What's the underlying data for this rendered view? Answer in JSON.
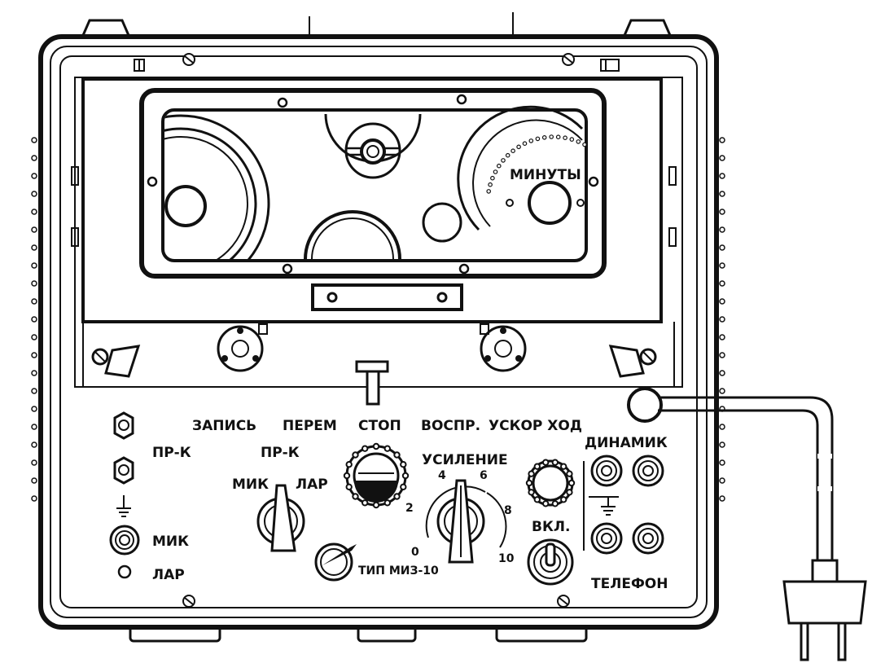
{
  "window": {
    "counter_label": "МИНУТЫ"
  },
  "modes": {
    "zapis": "ЗАПИСЬ",
    "perem": "ПЕРЕМ",
    "stop": "СТОП",
    "vospr": "ВОСПР.",
    "uskor_khod": "УСКОР ХОД"
  },
  "left_jacks": {
    "prk": "ПР-К",
    "mik": "МИК",
    "lar": "ЛАР"
  },
  "input_selector": {
    "top_label": "ПР-К",
    "left_label": "МИК",
    "right_label": "ЛАР"
  },
  "gain": {
    "label": "УСИЛЕНИЕ",
    "scale": [
      "0",
      "2",
      "4",
      "6",
      "8",
      "10"
    ]
  },
  "model": "ТИП МИЗ-10",
  "power_switch": "ВКЛ.",
  "outputs": {
    "speaker": "ДИНАМИК",
    "phone": "ТЕЛЕФОН"
  },
  "colors": {
    "ink": "#111111",
    "paper": "#ffffff"
  }
}
